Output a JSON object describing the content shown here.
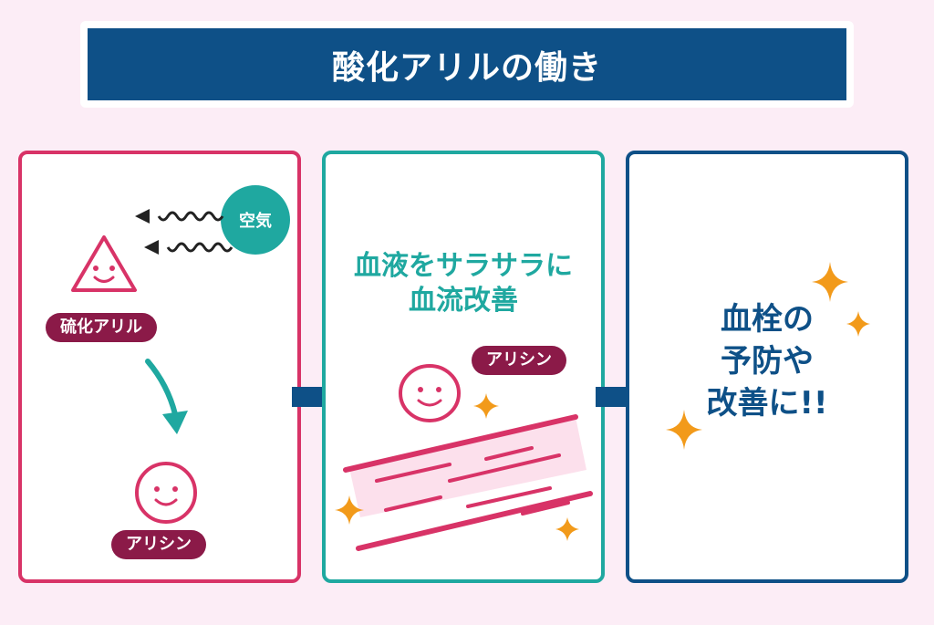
{
  "title": "酸化アリルの働き",
  "panel1": {
    "air_label": "空気",
    "allyl_sulfide_label": "硫化アリル",
    "allicin_label": "アリシン"
  },
  "panel2": {
    "heading_line1": "血液をサラサラに",
    "heading_line2": "血流改善",
    "allicin_label": "アリシン"
  },
  "panel3": {
    "line1": "血栓の",
    "line2": "予防や",
    "line3": "改善に!!"
  },
  "colors": {
    "navy": "#0e5087",
    "pink": "#d83367",
    "teal": "#1fa8a0",
    "maroon": "#8b1a48",
    "sparkle": "#f29a1a",
    "background": "#fcedf6"
  },
  "icons": [
    "smiley-triangle-icon",
    "smiley-circle-icon",
    "wavy-arrow-icon",
    "sparkle-icon",
    "blood-vessel-icon"
  ]
}
